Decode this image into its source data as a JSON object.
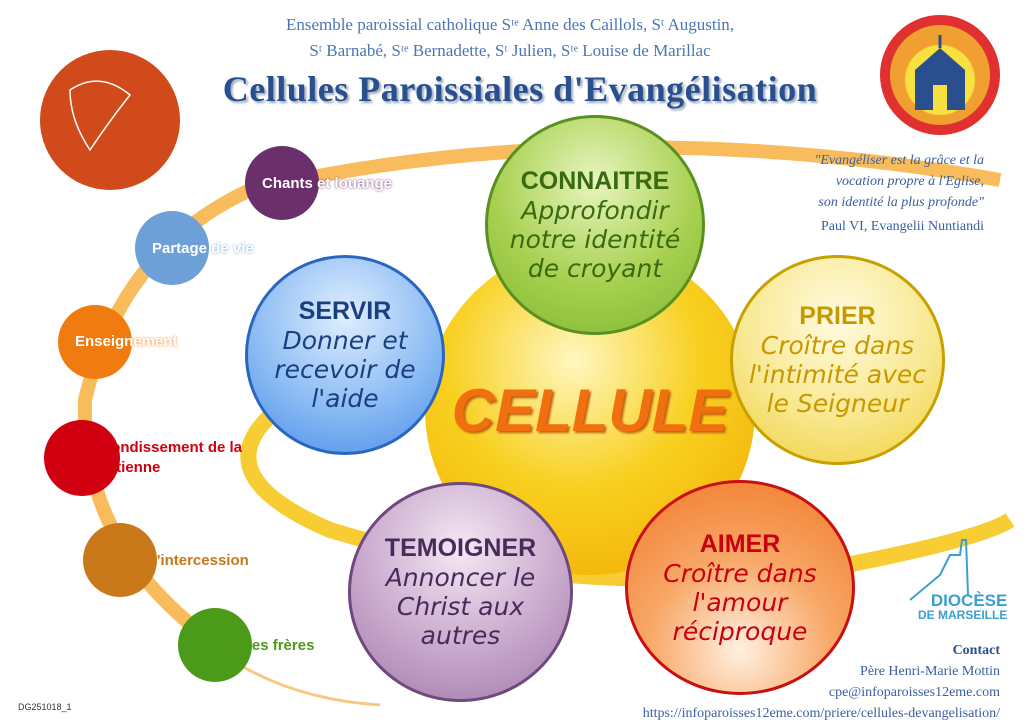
{
  "header": {
    "line1": "Ensemble paroissial catholique Sᵗᵉ Anne des Caillols, Sᵗ Augustin,",
    "line2": "Sᵗ Barnabé, Sᵗᵉ Bernadette, Sᵗ Julien, Sᵗᵉ Louise de Marillac",
    "title": "Cellules Paroissiales d'Evangélisation"
  },
  "center": {
    "label": "CELLULE",
    "color": "#f5b800"
  },
  "pillars": [
    {
      "title": "CONNAITRE",
      "text": "Approfondir notre identité de croyant",
      "color": "#7fb832"
    },
    {
      "title": "SERVIR",
      "text": "Donner et recevoir de l'aide",
      "color": "#4a8ee8"
    },
    {
      "title": "PRIER",
      "text": "Croître dans l'intimité avec le Seigneur",
      "color": "#f0cf3a"
    },
    {
      "title": "AIMER",
      "text": "Croître dans l'amour réciproque",
      "color": "#f07828"
    },
    {
      "title": "TEMOIGNER",
      "text": "Annoncer le Christ aux autres",
      "color": "#a07aa8"
    }
  ],
  "steps": [
    {
      "label": "Chants et louange",
      "color": "#6b2f6b"
    },
    {
      "label": "Partage de vie",
      "color": "#6ea0d8"
    },
    {
      "label": "Enseignement",
      "color": "#f07c10"
    },
    {
      "label": "Approfondissement de la foi chrétienne",
      "color": "#d00010"
    },
    {
      "label": "Prière d'intercession",
      "color": "#c87818"
    },
    {
      "label": "Prière des frères",
      "color": "#4c9a1a"
    }
  ],
  "quote": {
    "line1": "\"Evangéliser est la grâce et la",
    "line2": "vocation propre à l'Eglise,",
    "line3": "son identité la plus profonde\"",
    "author": "Paul VI, Evangelii Nuntiandi"
  },
  "logos": {
    "parish": "Paroisses Sᵗᵉ Anne des Caillols, Sᵗ Augustin, Sᵗ Barnabé, Sᵗᵉ Bernadette, Sᵗ Julien, Sᵗᵉ Louise de Marillac",
    "diocese_line1": "DIOCÈSE",
    "diocese_line2": "DE MARSEILLE"
  },
  "contact": {
    "heading": "Contact",
    "name": "Père Henri-Marie Mottin",
    "email": "cpe@infoparoisses12eme.com",
    "url": "https://infoparoisses12eme.com/priere/cellules-devangelisation/"
  },
  "ref": "DG251018_1"
}
